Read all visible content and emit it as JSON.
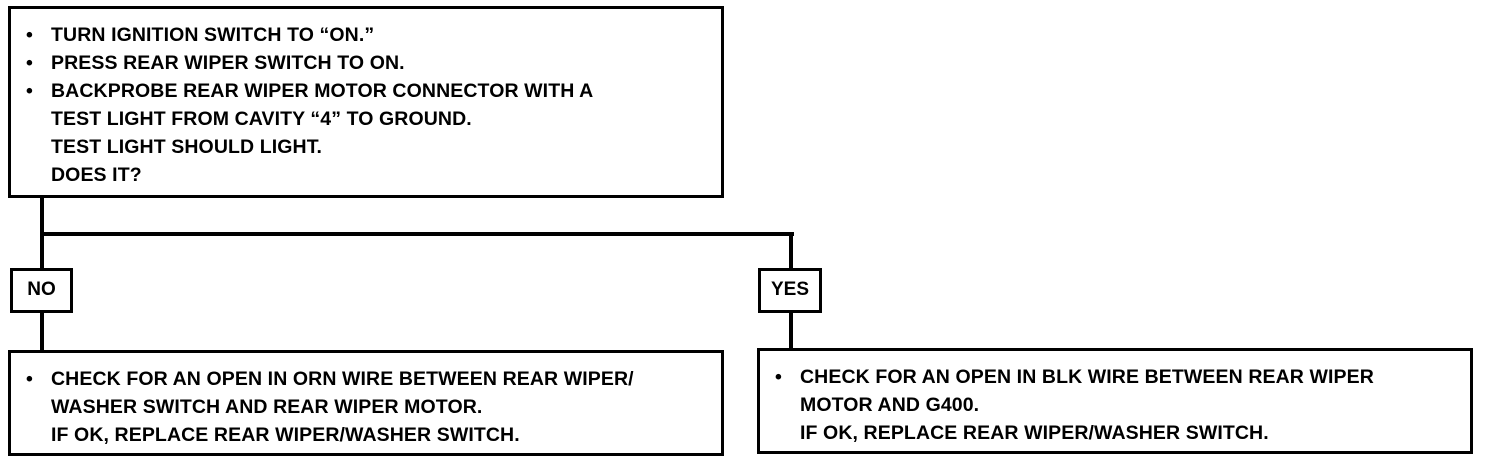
{
  "question": {
    "items": [
      {
        "bullet": "•",
        "lines": [
          "TURN IGNITION SWITCH TO “ON.”"
        ]
      },
      {
        "bullet": "•",
        "lines": [
          "PRESS REAR WIPER SWITCH TO ON."
        ]
      },
      {
        "bullet": "•",
        "lines": [
          "BACKPROBE REAR WIPER MOTOR CONNECTOR WITH A",
          "TEST LIGHT FROM CAVITY “4” TO GROUND.",
          "TEST LIGHT SHOULD LIGHT.",
          "DOES IT?"
        ]
      }
    ]
  },
  "branches": {
    "no": {
      "label": "NO",
      "bullet": "•",
      "lines": [
        "CHECK FOR AN OPEN IN ORN WIRE BETWEEN REAR WIPER/",
        "WASHER SWITCH AND REAR WIPER MOTOR.",
        "IF OK, REPLACE REAR WIPER/WASHER SWITCH."
      ]
    },
    "yes": {
      "label": "YES",
      "bullet": "•",
      "lines": [
        "CHECK FOR AN OPEN IN BLK WIRE BETWEEN REAR WIPER",
        "MOTOR AND G400.",
        "IF OK, REPLACE REAR WIPER/WASHER SWITCH."
      ]
    }
  }
}
